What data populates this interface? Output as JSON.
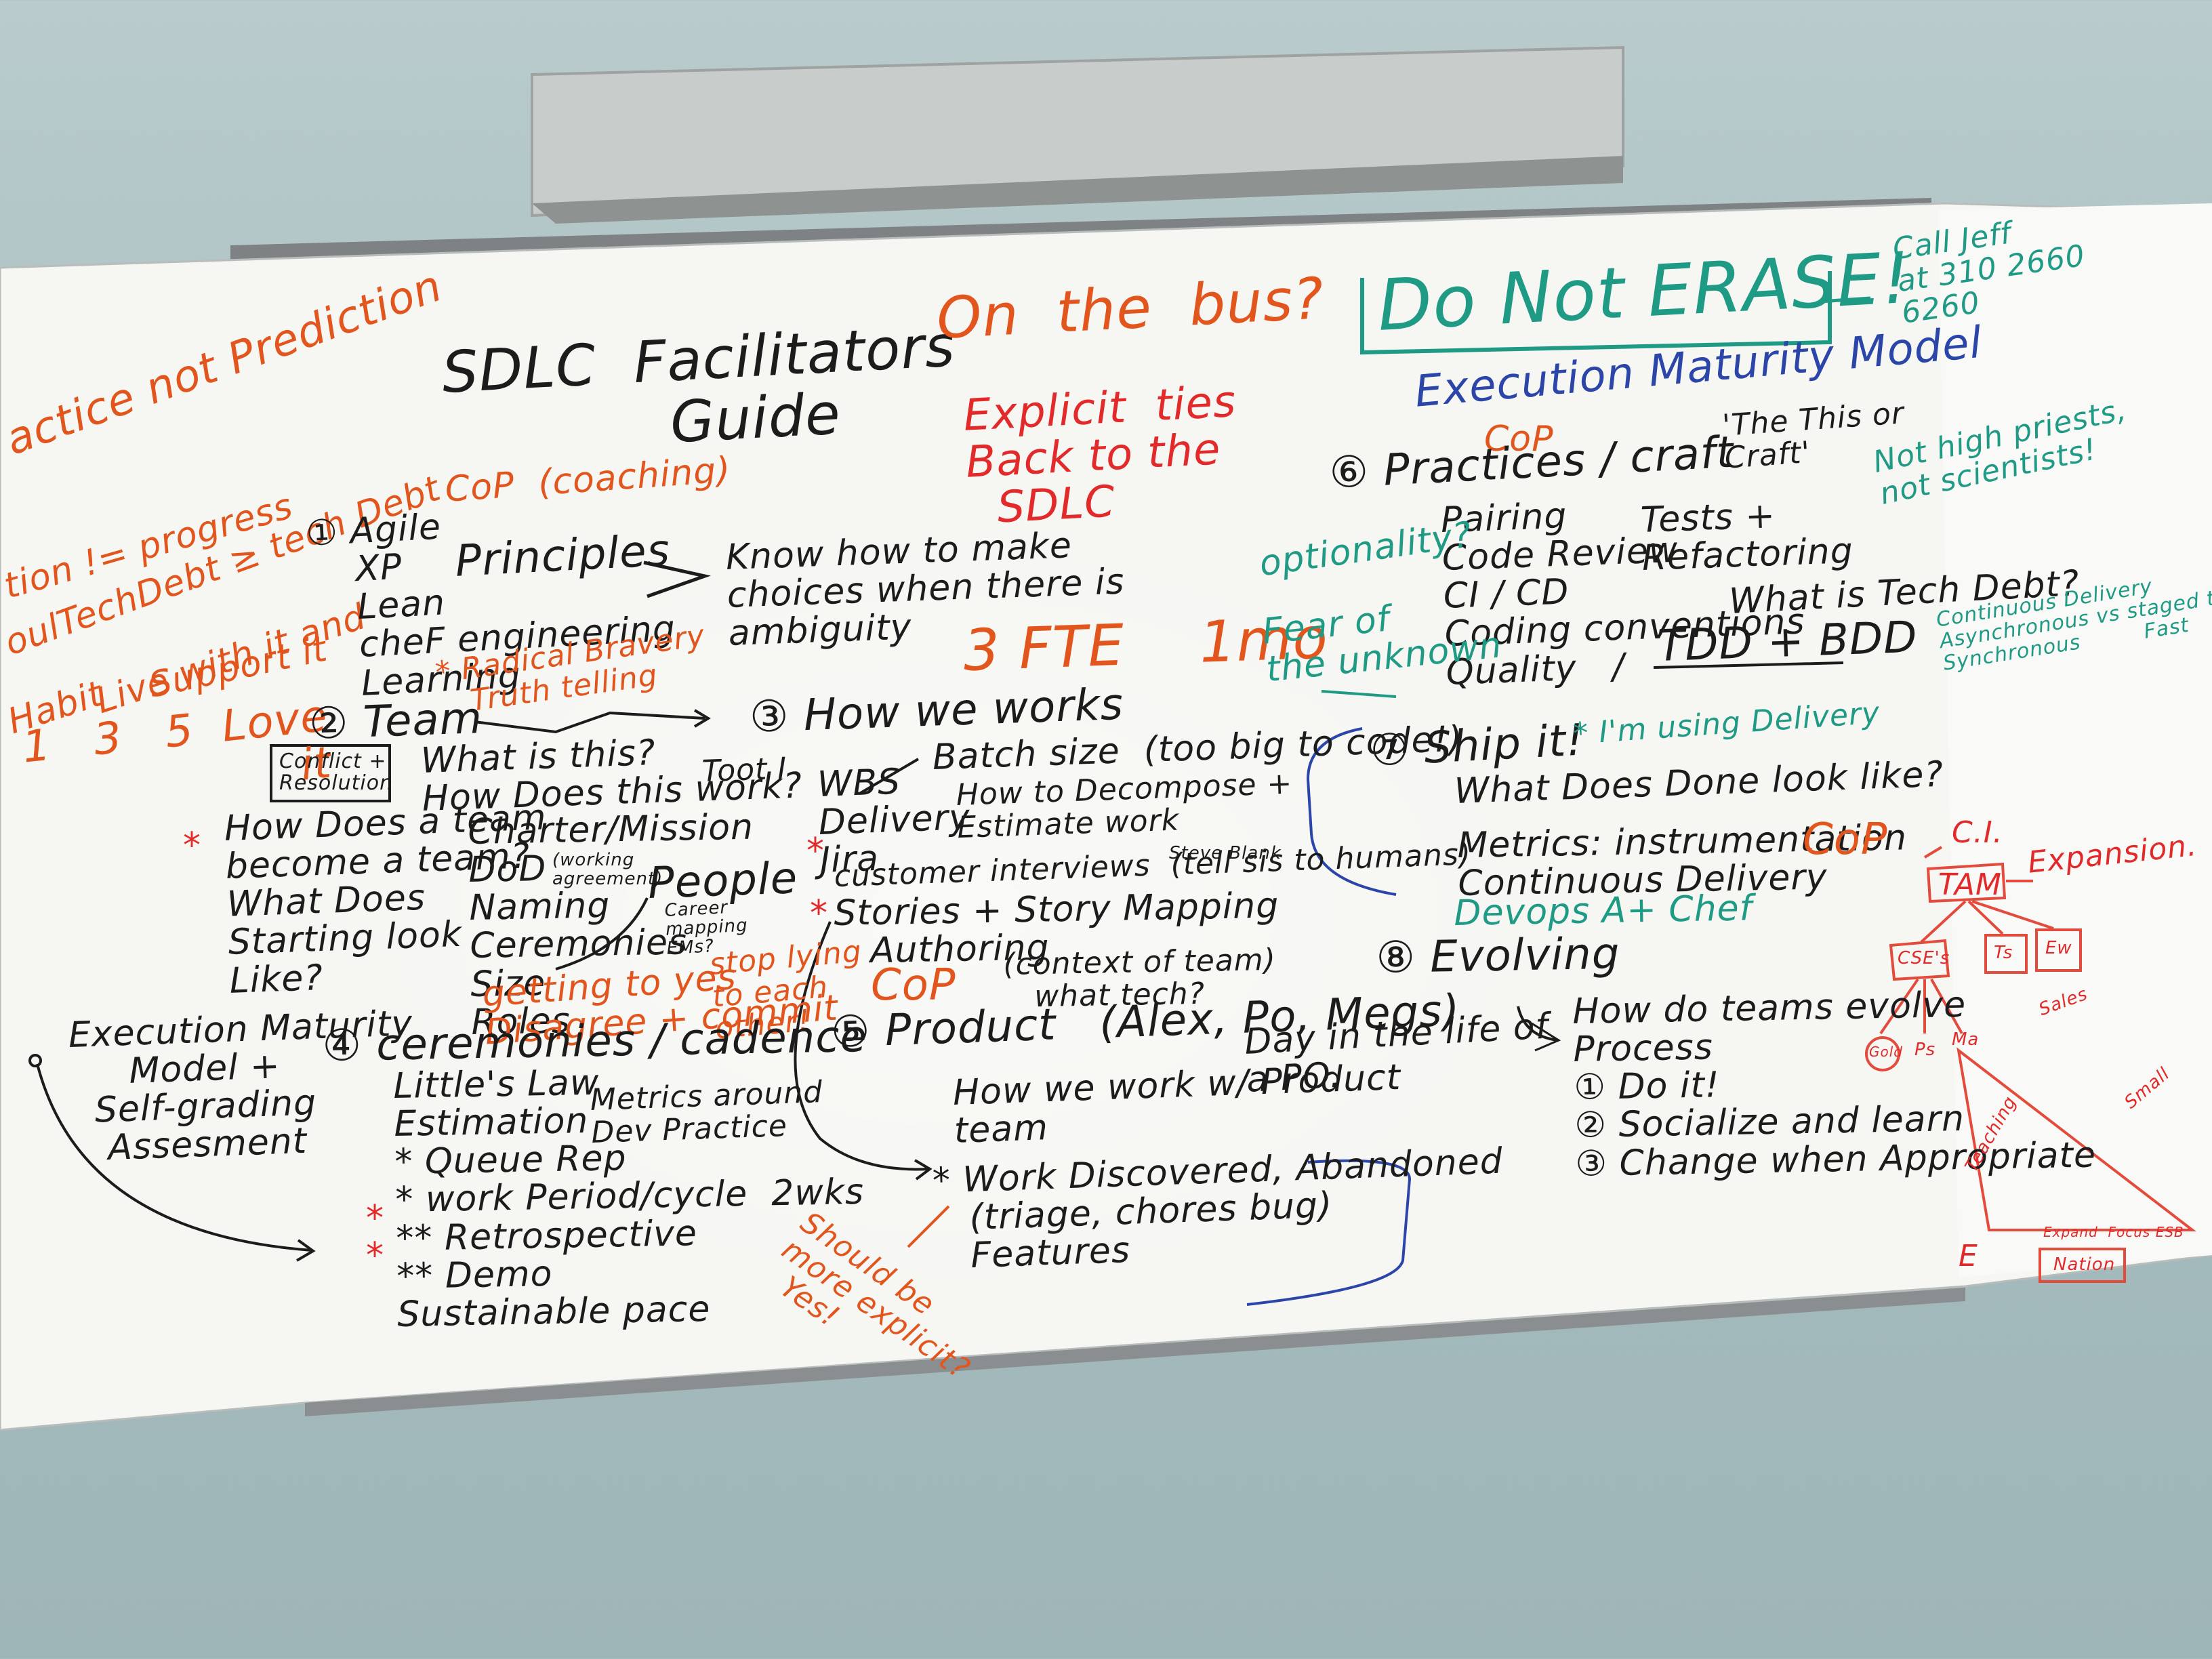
{
  "colors": {
    "wall": "#a9bfc1",
    "board": "#f7f7f4",
    "frame": "#8c8f91",
    "black_marker": "#1c1c1c",
    "orange_marker": "#e2561e",
    "red_marker": "#e32a2a",
    "green_marker": "#1f9a85",
    "blue_marker": "#2b46a8"
  },
  "notes": {
    "left_edge": {
      "practice": "actice not Prediction",
      "progress": "tion != progress",
      "tech_debt": "oulTechDebt ≥ tech Debt",
      "habit": "Habit",
      "live_with_it": "Live with it and",
      "support_it": "Support it",
      "scale": "1   3   5  Love\n                   it"
    },
    "title": "SDLC  Facilitators\n            Guide",
    "on_the_bus": "On  the  bus?",
    "explicit_ties": "Explicit  ties\nBack to the\n  SDLC",
    "fte": "3 FTE    1mo",
    "do_not_erase": "Do Not ERASE!",
    "call_jeff": "Call Jeff\nat 310 2660\n6260",
    "s1": {
      "cop_coaching": "CoP  (coaching)",
      "agile": "① Agile\n    XP\n    Lean\n    cheF engineering\n    Learning",
      "principles": "Principles",
      "know_how": "Know how to make\nchoices when there is\nambiguity"
    },
    "s2": {
      "radical": "* Radical Bravery\n   Truth telling",
      "team": "② Team",
      "conflict": "Conflict +\nResolution",
      "what_is_this": "What is this?\nHow Does this work?",
      "toot": "Toot I",
      "how_team": "How Does a team\nbecome a team?\nWhat Does\nStarting look\nLike?",
      "charter": "Charter/Mission\nDoD\nNaming\nCeremonies\nSize\nRoles",
      "working_agreement": "(working\nagreement)",
      "people": "People",
      "career_mapping": "Career\nmapping\nEMs?",
      "getting_to_yes": "getting to yes\nDisagree + commit",
      "stop_lying": "stop lying\nto each\nother!"
    },
    "s3": {
      "how_we_work": "③ How we works",
      "batch_size": "Batch size  (too big to code!)",
      "decompose": "How to Decompose +\nEstimate work",
      "wbs": "WBS\nDelivery\nJira",
      "steve": "Steve Blank",
      "interviews": "customer interviews  (tell sis to humans)",
      "stories": "Stories + Story Mapping\n   Authoring",
      "context": "(context of team)\n   what tech?",
      "cop": "CoP"
    },
    "s4": {
      "exec_maturity": "Execution Maturity\n     Model +\n  Self-grading\n   Assesment",
      "ceremonies": "④ ceremonies / cadence",
      "littles_law": "Little's Law\nEstimation\n* Queue Rep\n* work Period/cycle  2wks\n** Retrospective\n** Demo\nSustainable pace",
      "metrics": "Metrics around\nDev Practice"
    },
    "s5": {
      "product": "⑤ Product   (Alex, Po, Megs)",
      "day_in_life": "Day in the life of\na PO.",
      "how_we_work_product": "How we work w/ Product\nteam",
      "work_discovered": "* Work Discovered, Abandoned\n   (triage, chores bug)\n   Features",
      "should_be": "Should be\nmore explicit?\n  Yes!"
    },
    "s6": {
      "exec_model": "Execution Maturity Model",
      "cop": "CoP",
      "practices": "⑥ Practices / craft",
      "this_or_craft": "'The This or\nCraft'",
      "pairing": "Pairing\nCode Review\nCI / CD\nCoding conventions\nQuality   /",
      "tests": "Tests +\nRefactoring",
      "tech_debt_q": "What is Tech Debt?",
      "tdd_bdd": "TDD + BDD",
      "optionality": "optionality?",
      "fear": "Fear of\nthe unknown",
      "not_high_priests": "Not high priests,\nnot scientists!",
      "continuous": "Continuous Delivery\nAsynchronous vs staged too\nSynchronous         Fast"
    },
    "s7": {
      "ship_it": "⑦ Ship it!",
      "im_using": "* I'm using Delivery",
      "done": "What Does Done look like?",
      "metrics": "Metrics: instrumentation\nContinuous Delivery",
      "devops": "Devops A+ Chef",
      "cop": "CoP"
    },
    "s8": {
      "evolving": "⑧ Evolving",
      "how_teams": "How do teams evolve\nProcess\n① Do it!\n② Socialize and learn\n③ Change when Appropriate"
    },
    "diagram": {
      "ci": "C.I.",
      "tam": "TAM",
      "expansion": "Expansion.",
      "cses": "CSE's",
      "ts": "Ts",
      "ew": "Ew",
      "label_a": "Gold",
      "label_b": "Ps",
      "label_c": "Ma",
      "label_d": "Sales",
      "teaching": "Teaching",
      "small": "Small",
      "expand": "Expand  Focus ESB",
      "nation": "Nation",
      "e": "E"
    }
  }
}
